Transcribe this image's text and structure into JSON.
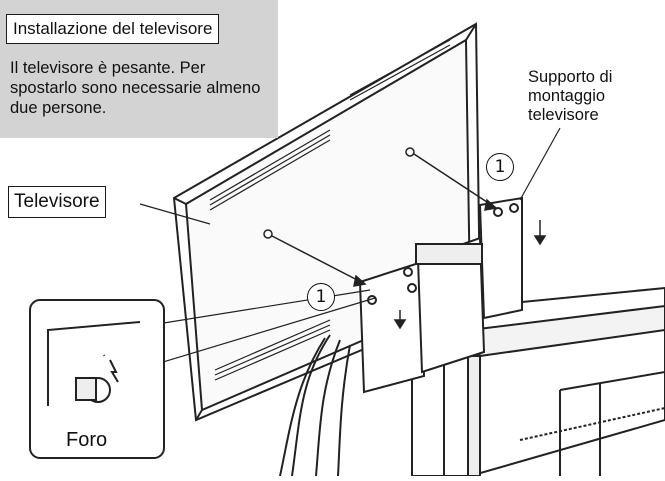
{
  "note": {
    "title": "Installazione del televisore",
    "text": "Il televisore è pesante. Per spostarlo sono necessarie almeno due persone."
  },
  "labels": {
    "tv": "Televisore",
    "support": "Supporto di montaggio televisore",
    "hole": "Foro"
  },
  "markers": {
    "step_top": "1",
    "step_left": "1"
  }
}
